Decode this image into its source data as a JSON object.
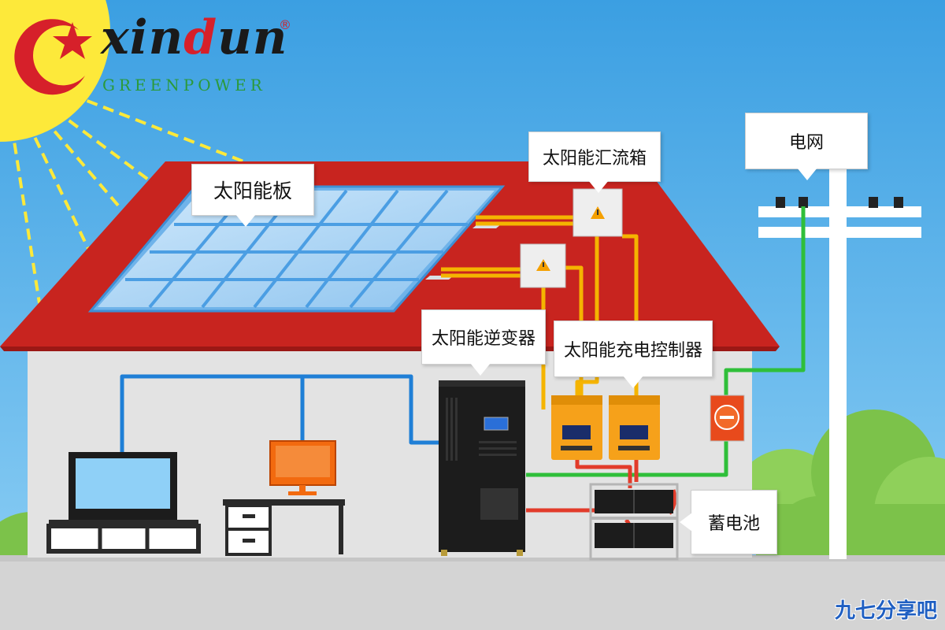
{
  "brand": {
    "name_prefix": "xin",
    "name_accent": "d",
    "name_suffix": "un",
    "registered_mark": "®",
    "tagline": "GREENPOWER"
  },
  "labels": {
    "solar_panel": "太阳能板",
    "combiner_box": "太阳能汇流箱",
    "inverter": "太阳能逆变器",
    "charge_controller": "太阳能充电控制器",
    "grid": "电网",
    "battery": "蓄电池"
  },
  "watermark": "九七分享吧",
  "colors": {
    "sky": "#43a7e6",
    "roof": "#c8241f",
    "wall": "#dcdcdc",
    "sun": "#fde93a",
    "dc_line": "#f5b400",
    "ac_line": "#1f7fd6",
    "grid_line": "#2fbf3a",
    "battery_line": "#e23b2a",
    "controller": "#f6a11a",
    "brand_red": "#d6202a",
    "brand_green": "#2b9a3a"
  }
}
